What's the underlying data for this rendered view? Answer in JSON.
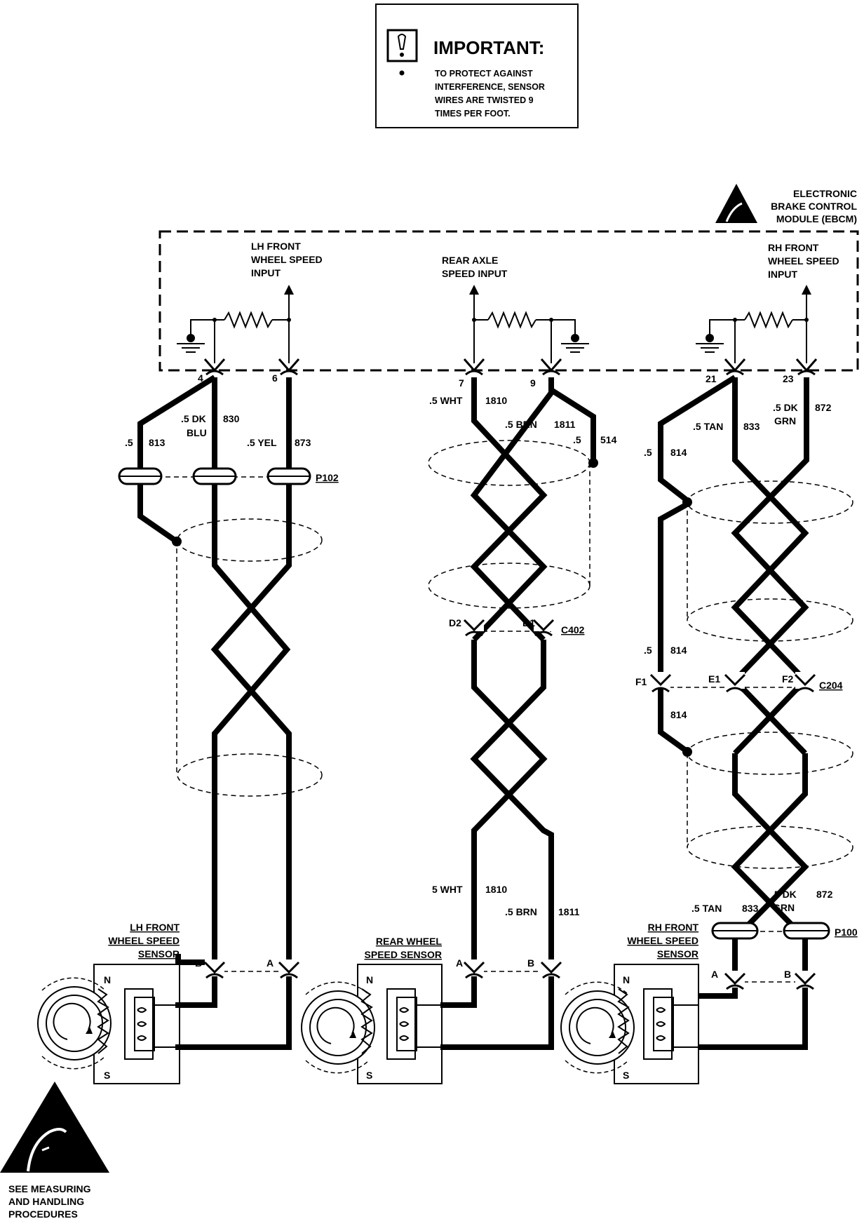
{
  "important": {
    "title": "IMPORTANT:",
    "lines": [
      "TO PROTECT AGAINST",
      "INTERFERENCE, SENSOR",
      "WIRES ARE TWISTED 9",
      "TIMES PER FOOT."
    ]
  },
  "module": {
    "lines": [
      "ELECTRONIC",
      "BRAKE CONTROL",
      "MODULE (EBCM)"
    ]
  },
  "inputs": {
    "lh": [
      "LH FRONT",
      "WHEEL SPEED",
      "INPUT"
    ],
    "rear": [
      "REAR AXLE",
      "SPEED INPUT"
    ],
    "rh": [
      "RH FRONT",
      "WHEEL SPEED",
      "INPUT"
    ]
  },
  "pins": {
    "p4": "4",
    "p6": "6",
    "p7": "7",
    "p9": "9",
    "p21": "21",
    "p23": "23"
  },
  "wires": {
    "w813a": ".5",
    "w813b": "813",
    "w830a": ".5 DK",
    "w830b": "BLU",
    "w830c": "830",
    "w873a": ".5 YEL",
    "w873b": "873",
    "w1810a": ".5 WHT",
    "w1810b": "1810",
    "w1811a": ".5 BRN",
    "w1811b": "1811",
    "w514a": ".5",
    "w514b": "514",
    "w814a": ".5",
    "w814b": "814",
    "w833a": ".5 TAN",
    "w833b": "833",
    "w872a": ".5 DK",
    "w872b": "GRN",
    "w872c": "872",
    "w814c": ".5",
    "w814d": "814",
    "w814e": "814",
    "w1810c": "5 WHT",
    "w1810d": "1810",
    "w1811c": ".5 BRN",
    "w1811d": "1811",
    "w833c": ".5 TAN",
    "w833d": "833",
    "w872d": ".5 DK",
    "w872e": "GRN",
    "w872f": "872"
  },
  "connectors": {
    "p102": "P102",
    "c402": "C402",
    "d2": "D2",
    "d1": "D1",
    "c204": "C204",
    "f1": "F1",
    "e1": "E1",
    "f2": "F2",
    "p100": "P100"
  },
  "sensors": {
    "lh": {
      "label": [
        "LH FRONT",
        "WHEEL SPEED",
        "SENSOR"
      ],
      "pinL": "B",
      "pinR": "A",
      "n": "N",
      "s": "S"
    },
    "rear": {
      "label": [
        "REAR WHEEL",
        "SPEED SENSOR"
      ],
      "pinL": "A",
      "pinR": "B",
      "n": "N",
      "s": "S"
    },
    "rh": {
      "label": [
        "RH FRONT",
        "WHEEL SPEED",
        "SENSOR"
      ],
      "pinL": "A",
      "pinR": "B",
      "n": "N",
      "s": "S"
    }
  },
  "esd_note": [
    "SEE MEASURING",
    "AND HANDLING",
    "PROCEDURES"
  ]
}
